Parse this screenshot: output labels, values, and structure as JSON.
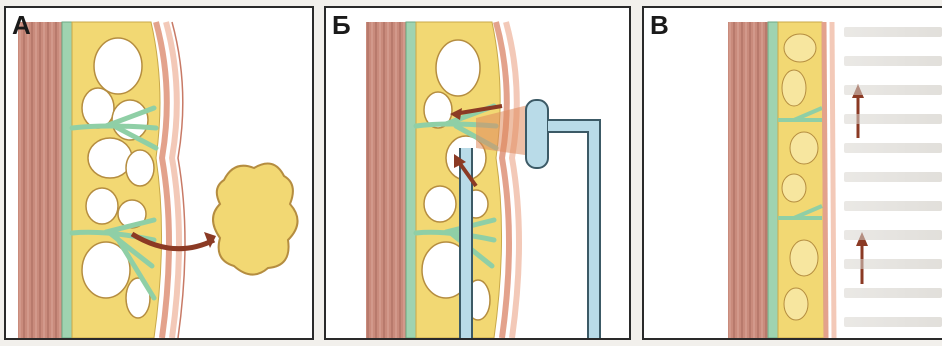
{
  "panels": [
    {
      "id": "a",
      "label": "А"
    },
    {
      "id": "b",
      "label": "Б"
    },
    {
      "id": "c",
      "label": "В"
    }
  ],
  "colors": {
    "muscle": "#c98b7c",
    "fascia": "#9fd3b0",
    "fat": "#f2d873",
    "septa": "#a9dcc0",
    "skin": "#f3c9b8",
    "arrow": "#8b3a24",
    "cannula": "#b9dbe8",
    "panel_border": "#2a2a2a"
  },
  "icons": [
    "curved-arrow-icon",
    "straight-arrow-icon",
    "suction-cannula-icon"
  ]
}
